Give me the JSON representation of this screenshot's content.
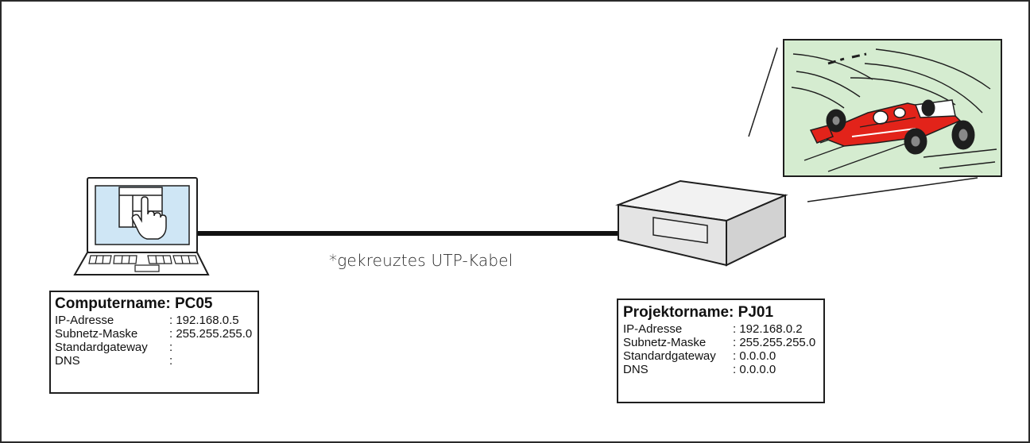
{
  "cable": {
    "label": "*gekreuztes UTP-Kabel"
  },
  "computer": {
    "title": "Computername: PC05",
    "rows": [
      {
        "label": "IP-Adresse",
        "value": "192.168.0.5"
      },
      {
        "label": "Subnetz-Maske",
        "value": "255.255.255.0"
      },
      {
        "label": "Standardgateway",
        "value": ""
      },
      {
        "label": "DNS",
        "value": ""
      }
    ]
  },
  "projector": {
    "title": "Projektorname: PJ01",
    "rows": [
      {
        "label": "IP-Adresse",
        "value": "192.168.0.2"
      },
      {
        "label": "Subnetz-Maske",
        "value": "255.255.255.0"
      },
      {
        "label": "Standardgateway",
        "value": "0.0.0.0"
      },
      {
        "label": "DNS",
        "value": "0.0.0.0"
      }
    ]
  },
  "colors": {
    "screen_blue": "#cfe6f5",
    "projection_green": "#d5ecd0",
    "car_red": "#e2231a",
    "outline": "#1e1e1e"
  },
  "icons": {
    "laptop": "laptop-icon",
    "projector": "projector-icon",
    "hand": "hand-pointer-icon",
    "projected_image": "race-car-illustration"
  }
}
